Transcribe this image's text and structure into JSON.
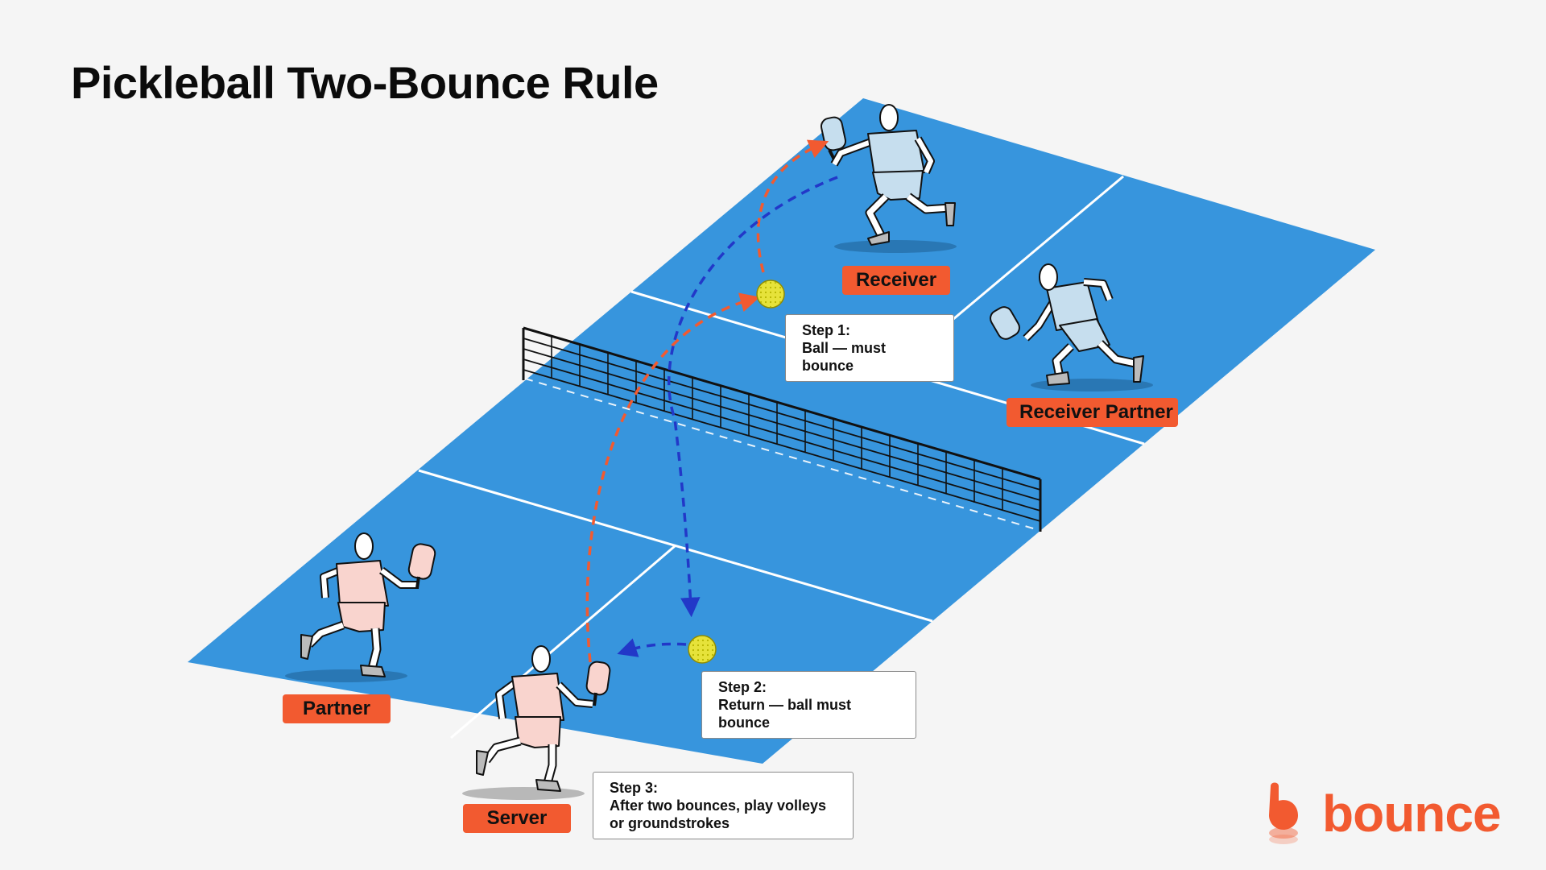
{
  "title": "Pickleball Two-Bounce Rule",
  "players": {
    "receiver": "Receiver",
    "receiver_partner": "Receiver Partner",
    "partner": "Partner",
    "server": "Server"
  },
  "steps": [
    {
      "heading": "Step 1:",
      "lines": [
        "Ball — must bounce"
      ]
    },
    {
      "heading": "Step 2:",
      "lines": [
        "Return — ball must bounce"
      ]
    },
    {
      "heading": "Step 3:",
      "lines": [
        "After two bounces, play volleys",
        "or groundstrokes"
      ]
    }
  ],
  "logo": {
    "word": "bounce"
  },
  "colors": {
    "court": "#3795dd",
    "background": "#f5f5f5",
    "accent": "#f25a30",
    "serve_path": "#f25a30",
    "return_path": "#2238c8",
    "ball": "#e6e23a",
    "server_team_shirt": "#f9d4ce",
    "receiver_team_shirt": "#c6deee"
  }
}
